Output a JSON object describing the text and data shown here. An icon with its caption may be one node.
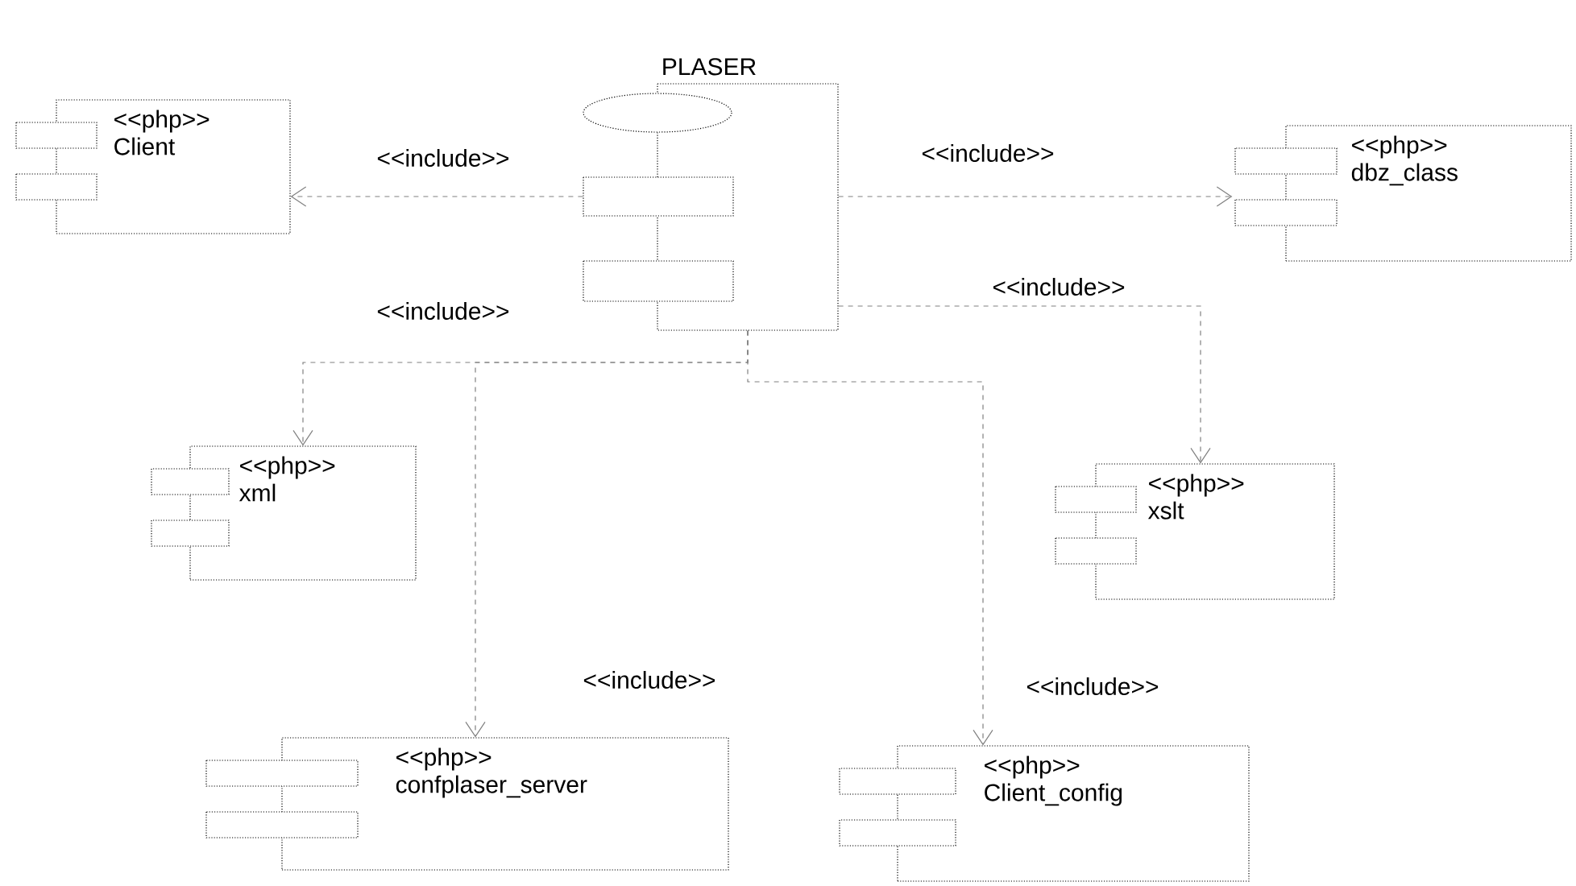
{
  "diagram": {
    "nodes": [
      {
        "text": [
          "PLASER"
        ]
      },
      {
        "text": [
          "<<php>>",
          "Client"
        ]
      },
      {
        "text": [
          "<<php>>",
          "dbz_class"
        ]
      },
      {
        "text": [
          "<<php>>",
          "xml"
        ]
      },
      {
        "text": [
          "<<php>>",
          "xslt"
        ]
      },
      {
        "text": [
          "<<php>>",
          "confplaser_server"
        ]
      },
      {
        "text": [
          "<<php>>",
          "Client_config"
        ]
      }
    ],
    "edges": [
      {
        "from": 0,
        "to": 1,
        "arrow": "to",
        "label": "<<include>>",
        "style": "dashed"
      },
      {
        "from": 0,
        "to": 2,
        "arrow": "to",
        "label": "<<include>>",
        "style": "dashed"
      },
      {
        "from": 0,
        "to": 3,
        "arrow": "to",
        "label": "<<include>>",
        "style": "dashed"
      },
      {
        "from": 0,
        "to": 4,
        "arrow": "to",
        "label": "<<include>>",
        "style": "dashed"
      },
      {
        "from": 0,
        "to": 5,
        "arrow": "to",
        "label": "<<include>>",
        "style": "dashed"
      },
      {
        "from": 0,
        "to": 6,
        "arrow": "to",
        "label": "<<include>>",
        "style": "dashed"
      }
    ]
  }
}
